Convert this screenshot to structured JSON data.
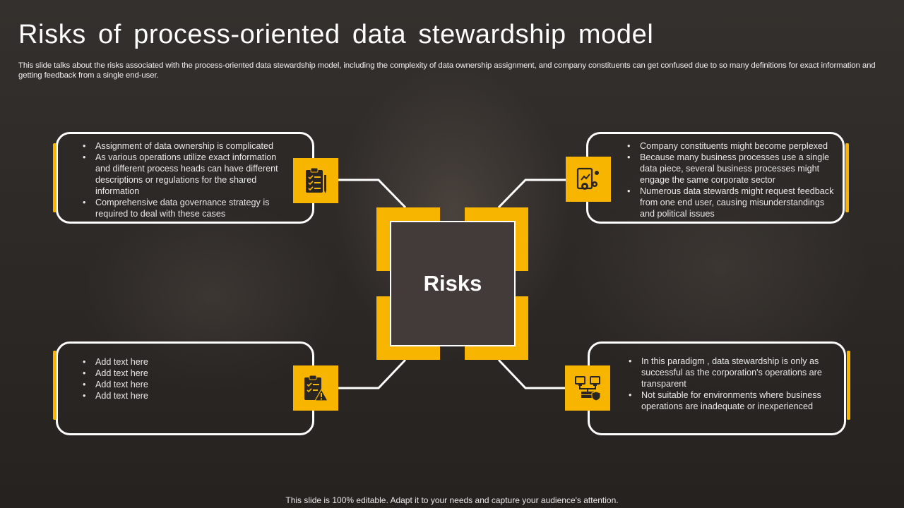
{
  "slide": {
    "title": "Risks of process-oriented data stewardship model",
    "subtitle": "This slide talks about the risks associated with the process-oriented data stewardship model, including the complexity of data ownership assignment, and company constituents can get confused due to so many definitions for exact information and getting feedback from a single end-user.",
    "center_label": "Risks",
    "footer": "This slide is 100% editable. Adapt it to your needs and capture your audience's attention."
  },
  "boxes": {
    "top_left": {
      "icon": "clipboard-checklist-icon",
      "bullets": [
        "Assignment of data ownership is complicated",
        "As various operations utilize exact information and different process heads can have different descriptions or regulations for the shared information",
        "Comprehensive data governance strategy is required to deal with these cases"
      ]
    },
    "top_right": {
      "icon": "analytics-gear-icon",
      "bullets": [
        "Company constituents might become perplexed",
        "Because many business processes use a single data piece, several business processes might engage the same corporate sector",
        "Numerous data stewards might request feedback from one end user, causing misunderstandings and political issues"
      ]
    },
    "bottom_left": {
      "icon": "clipboard-warning-icon",
      "bullets": [
        "Add text here",
        "Add text here",
        "Add text here",
        "Add text here"
      ]
    },
    "bottom_right": {
      "icon": "network-security-icon",
      "bullets": [
        "In this paradigm , data stewardship is only as successful as the corporation's operations are transparent",
        "Not suitable for environments where business operations are inadequate or inexperienced"
      ]
    }
  },
  "colors": {
    "accent": "#f7b500",
    "center_fill": "#433b39",
    "outline": "#ffffff",
    "background": "#2f2a28"
  }
}
